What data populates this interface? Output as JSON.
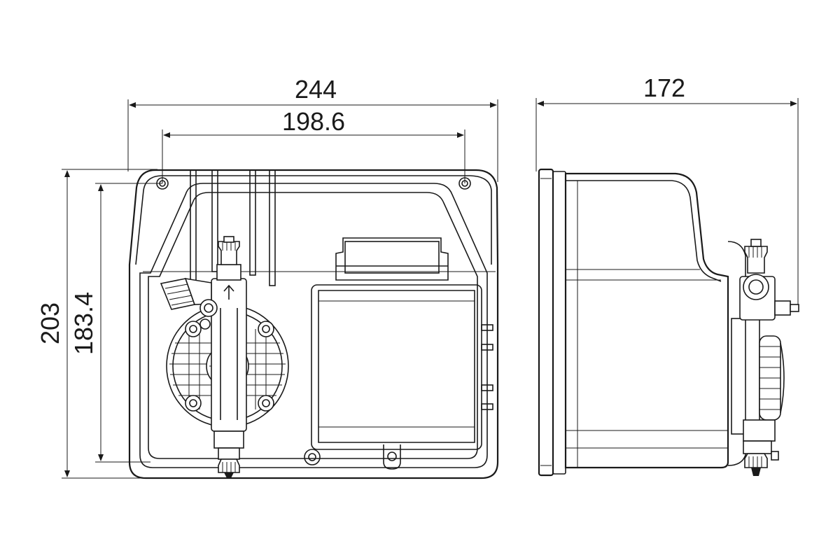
{
  "dimensions": {
    "overall_width": "244",
    "hole_spacing": "198.6",
    "overall_depth": "172",
    "overall_height": "203",
    "hole_height": "183.4"
  }
}
